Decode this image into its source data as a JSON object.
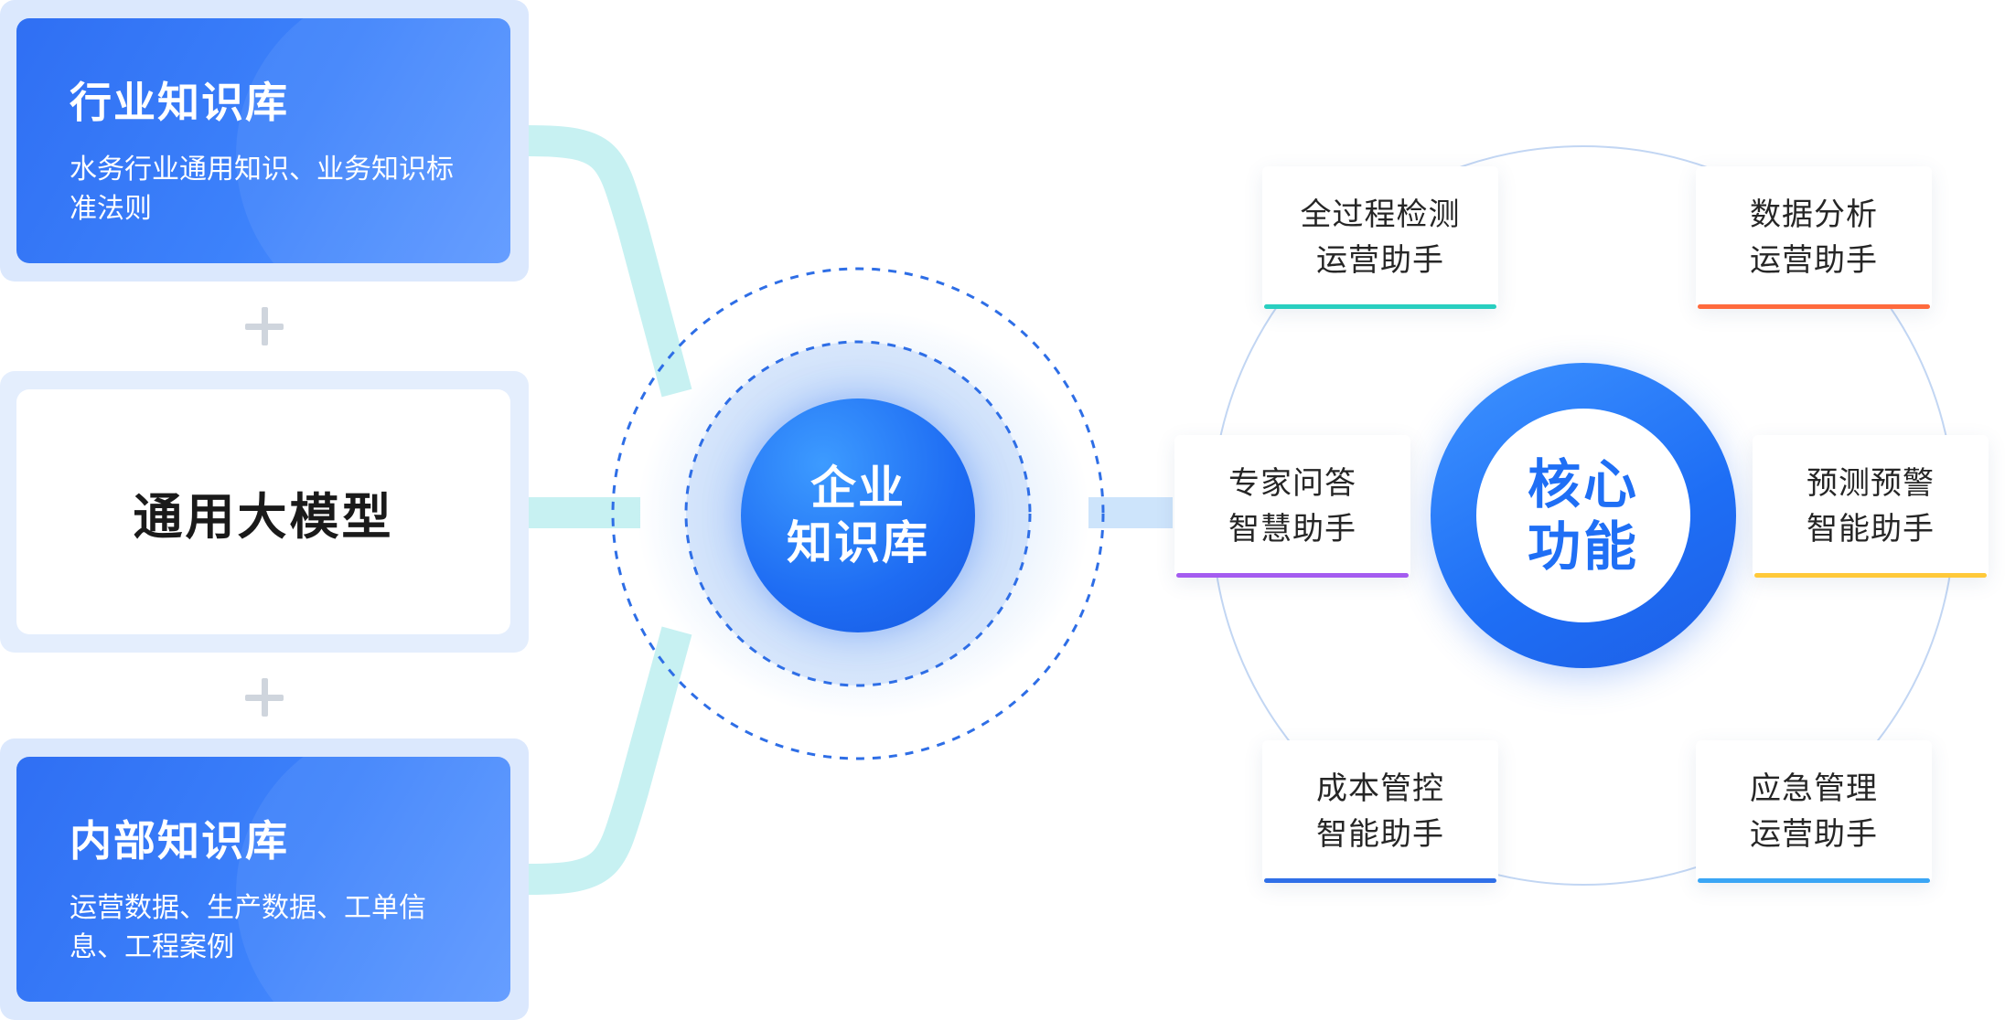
{
  "left_cards": {
    "industry": {
      "title": "行业知识库",
      "desc": "水务行业通用知识、业务知识标准法则"
    },
    "model": {
      "title": "通用大模型"
    },
    "internal": {
      "title": "内部知识库",
      "desc": "运营数据、生产数据、工单信息、工程案例"
    }
  },
  "hub": {
    "line1": "企业",
    "line2": "知识库"
  },
  "core": {
    "line1": "核心",
    "line2": "功能"
  },
  "functions": [
    {
      "line1": "全过程检测",
      "line2": "运营助手",
      "color": "#29cfc0"
    },
    {
      "line1": "数据分析",
      "line2": "运营助手",
      "color": "#ff6a3d"
    },
    {
      "line1": "专家问答",
      "line2": "智慧助手",
      "color": "#a45cf0"
    },
    {
      "line1": "预测预警",
      "line2": "智能助手",
      "color": "#ffc93a"
    },
    {
      "line1": "成本管控",
      "line2": "智能助手",
      "color": "#2f6fe8"
    },
    {
      "line1": "应急管理",
      "line2": "运营助手",
      "color": "#3aa6f5"
    }
  ],
  "colors": {
    "connector": "#c7f1f2",
    "link_to_core": "#cde4fb",
    "dashed_ring": "#2e6ee6",
    "orbit": "#c2d6f3"
  }
}
